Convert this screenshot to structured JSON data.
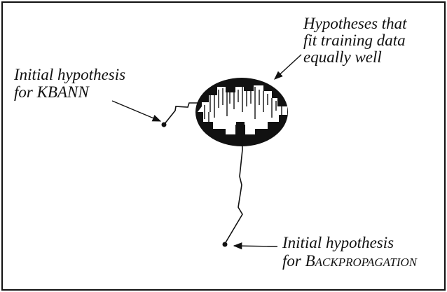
{
  "diagram": {
    "fit_region_label": {
      "lines": [
        "Hypotheses that",
        "fit training data",
        "equally well"
      ]
    },
    "kbann_label": {
      "lines": [
        "Initial hypothesis",
        "for KBANN"
      ]
    },
    "backprop_label": {
      "line1": "Initial hypothesis",
      "line2_prefix": "for ",
      "line2_first_letter": "B",
      "line2_rest": "ACKPROPAGATION"
    },
    "colors": {
      "ink": "#111111",
      "background": "#ffffff"
    }
  }
}
